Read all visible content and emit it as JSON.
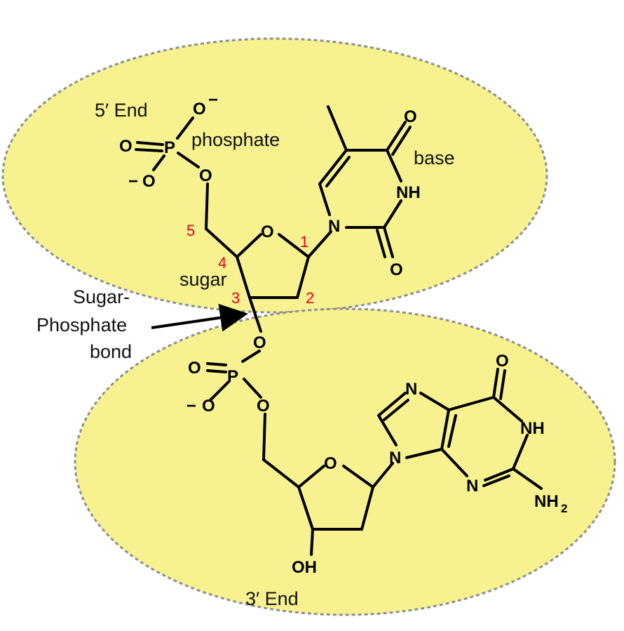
{
  "colors": {
    "ellipse_fill": "#f7f28f",
    "ellipse_stroke": "#8f8f8f",
    "numbers": "#e3001b",
    "ink": "#000000"
  },
  "labels": {
    "five_prime_end": "5′ End",
    "three_prime_end": "3′ End",
    "phosphate": "phosphate",
    "base": "base",
    "sugar": "sugar",
    "bond_line1": "Sugar-",
    "bond_line2": "Phosphate",
    "bond_line3": "bond"
  },
  "carbon_numbers": {
    "c1": "1",
    "c2": "2",
    "c3": "3",
    "c4": "4",
    "c5": "5"
  },
  "atoms": {
    "O": "O",
    "P": "P",
    "N": "N",
    "NH": "NH",
    "OH": "OH",
    "NH2_main": "NH",
    "NH2_sub": "2",
    "minus": "−"
  }
}
